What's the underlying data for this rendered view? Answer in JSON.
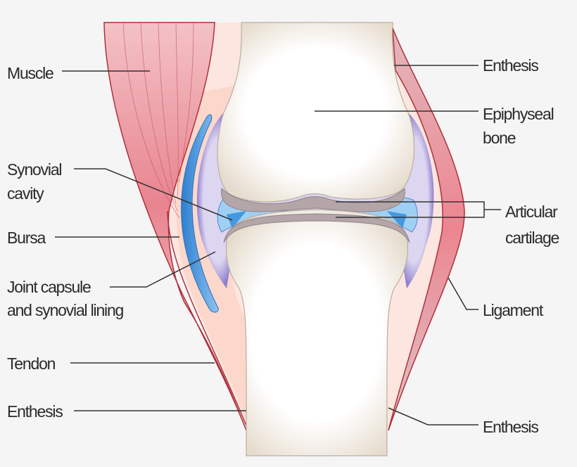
{
  "labels": {
    "muscle": "Muscle",
    "synovial_cavity": [
      "Synovial",
      "cavity"
    ],
    "bursa": "Bursa",
    "joint_capsule": [
      "Joint capsule",
      "and synovial lining"
    ],
    "tendon": "Tendon",
    "enthesis_left": "Enthesis",
    "enthesis_top_right": "Enthesis",
    "epiphyseal_bone": [
      "Epiphyseal",
      "bone"
    ],
    "articular_cartilage": [
      "Articular",
      "cartilage"
    ],
    "ligament": "Ligament",
    "enthesis_bottom_right": "Enthesis"
  },
  "colors": {
    "background": "#f5f5f5",
    "muscle": "#e98a95",
    "outline": "#b0303a",
    "bone": "#fbf8f2",
    "cartilage": "#b4a6a8",
    "capsule": "#9d8fd6",
    "synovial_fluid": "#3a8fdc",
    "leader": "#333333"
  }
}
